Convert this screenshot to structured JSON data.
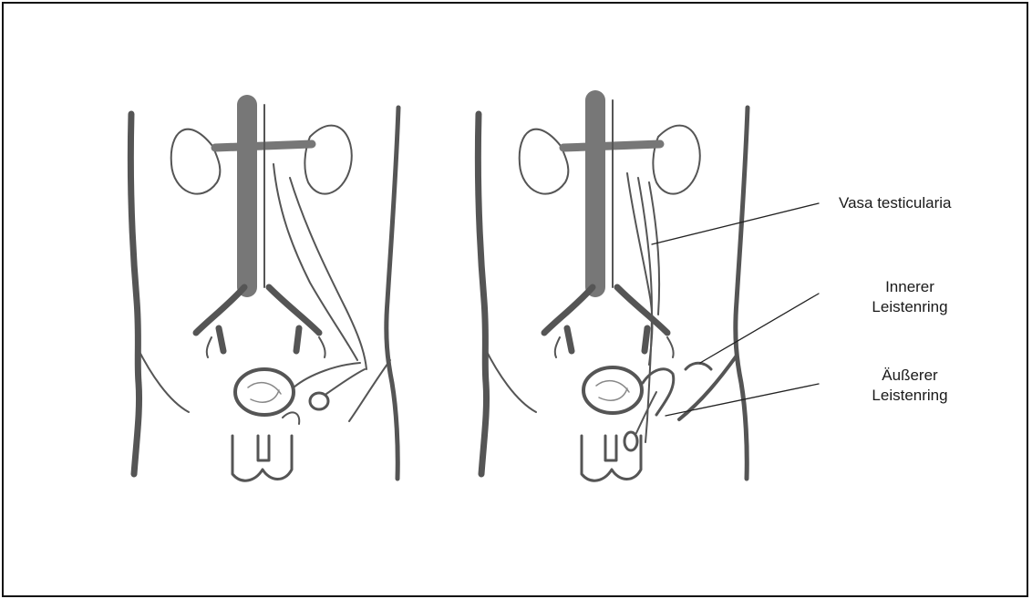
{
  "labels": {
    "vasa_testicularia": "Vasa testicularia",
    "inner_ring": {
      "line1": "Innerer",
      "line2": "Leistenring"
    },
    "outer_ring": {
      "line1": "Äußerer",
      "line2": "Leistenring"
    }
  },
  "colors": {
    "ink": "#555555",
    "vessel": "#777777",
    "frame": "#111111"
  }
}
